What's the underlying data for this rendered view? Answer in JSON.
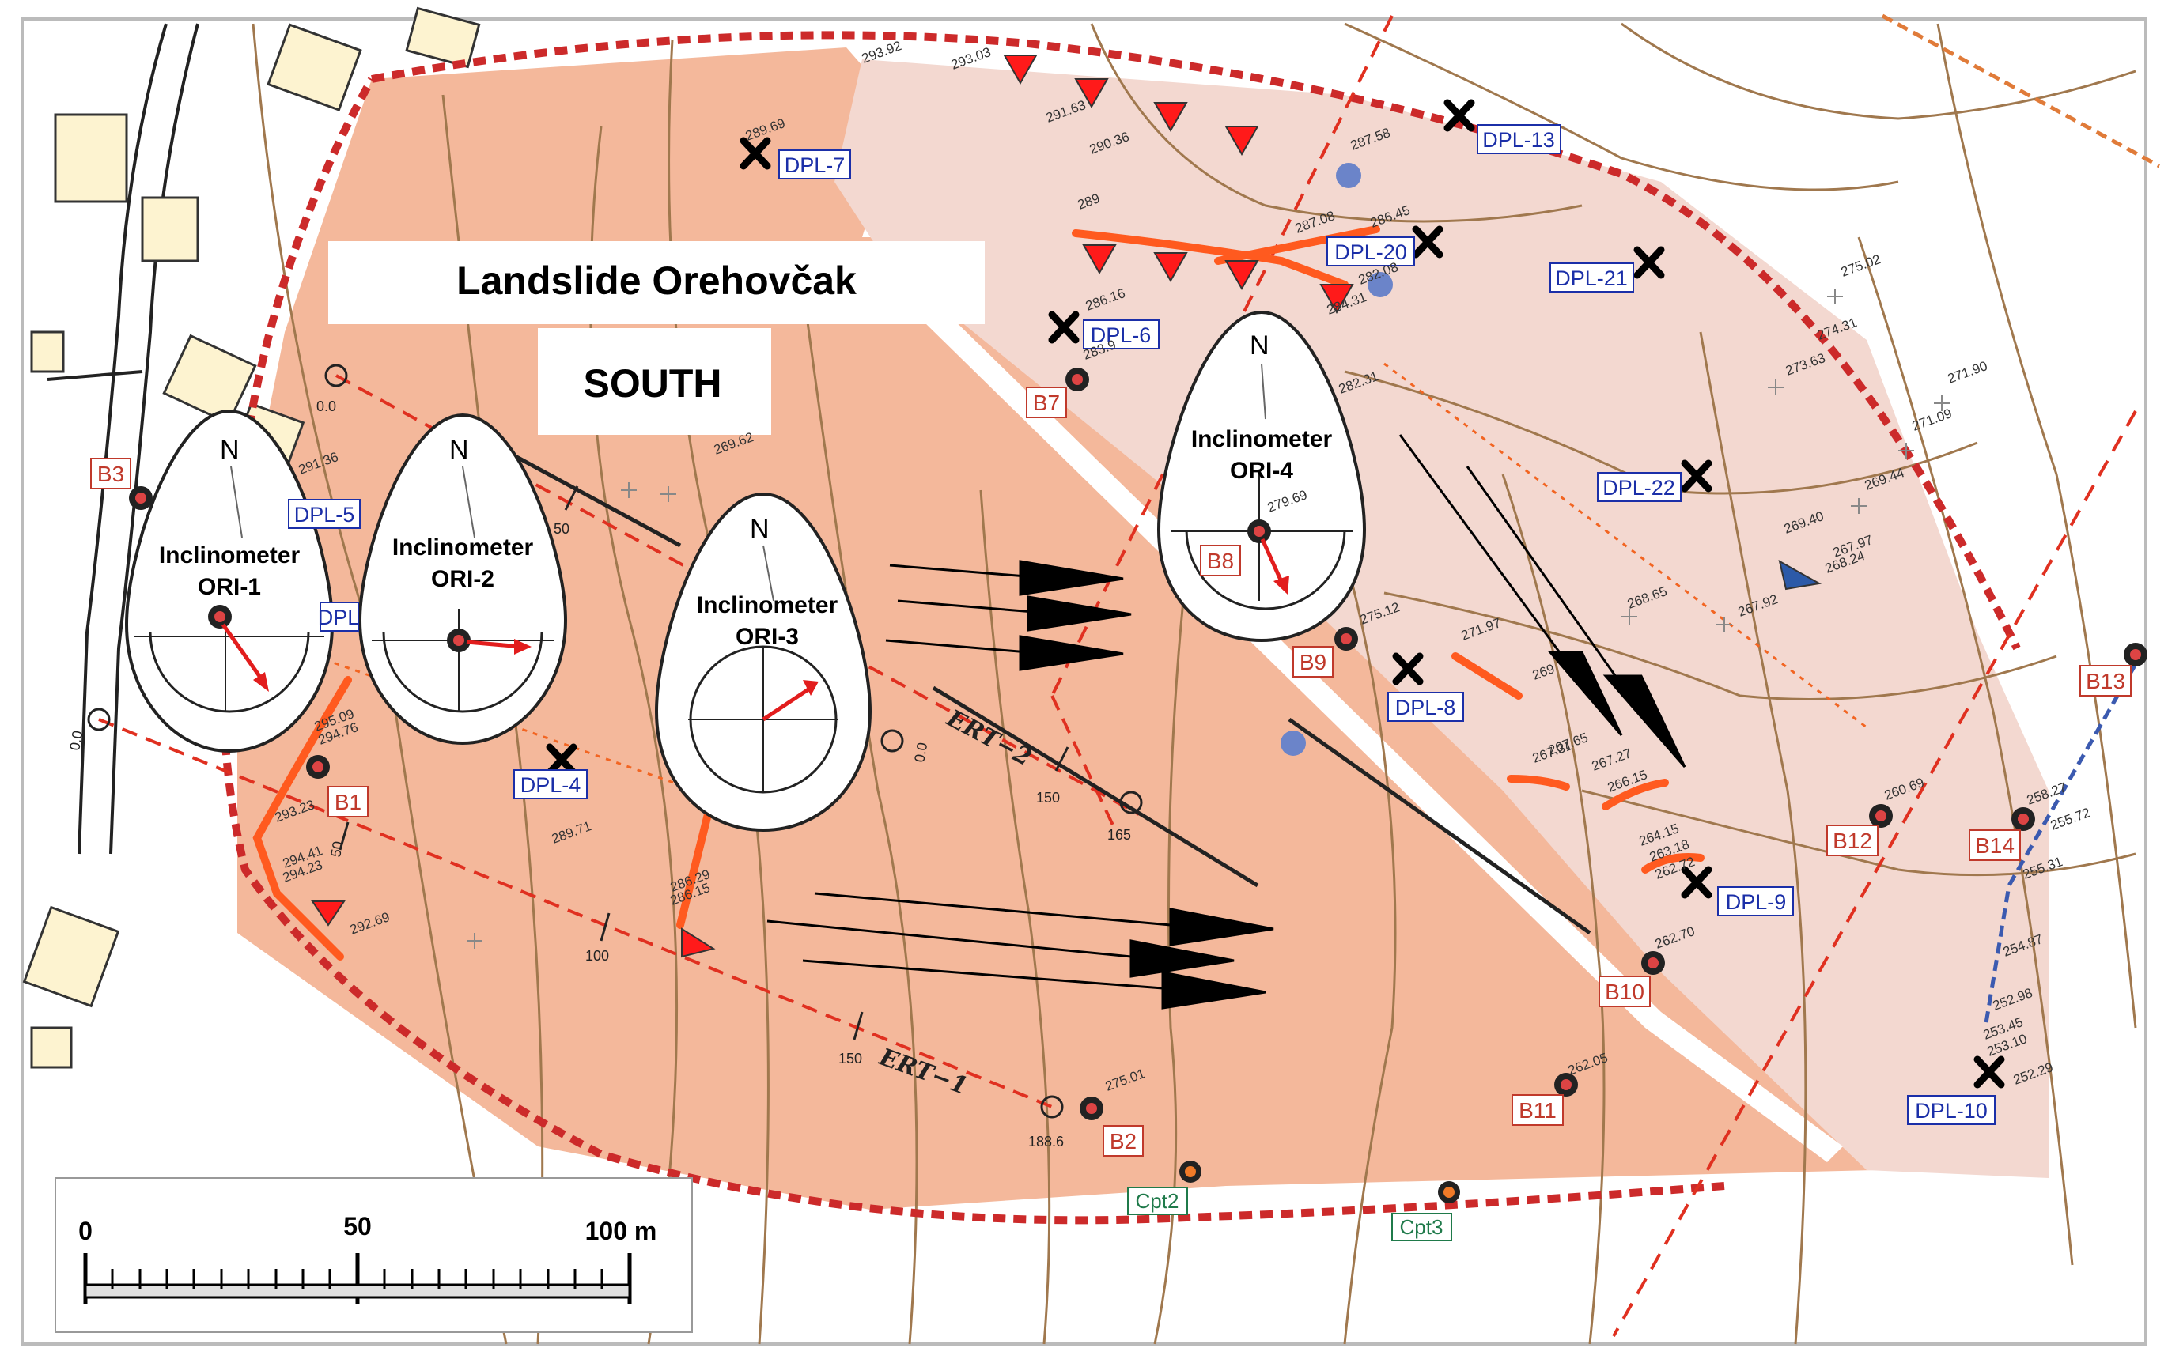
{
  "title": "Landslide Orehovčak",
  "subtitle": "SOUTH",
  "colors": {
    "landslide_fill": "#f4b89b",
    "upper_zone_fill": "#f3d8d0",
    "boundary": "#cc2a2a",
    "contour": "#a0784e",
    "crack": "#ff5a1f",
    "profile": "#e03020",
    "borehole_label": "#c0392b",
    "dpl_label": "#1b2fa8",
    "cpt_label": "#1f7a4a"
  },
  "inclinometers": [
    {
      "name": "Inclinometer",
      "id": "ORI-1",
      "north": "N"
    },
    {
      "name": "Inclinometer",
      "id": "ORI-2",
      "north": "N"
    },
    {
      "name": "Inclinometer",
      "id": "ORI-3",
      "north": "N"
    },
    {
      "name": "Inclinometer",
      "id": "ORI-4",
      "north": "N"
    }
  ],
  "boreholes": [
    "B1",
    "B2",
    "B3",
    "B7",
    "B8",
    "B9",
    "B10",
    "B11",
    "B12",
    "B13",
    "B14"
  ],
  "dpl": [
    "DPL-4",
    "DPL-5",
    "DPL-6",
    "DPL-7",
    "DPL-8",
    "DPL-9",
    "DPL-10",
    "DPL-13",
    "DPL-20",
    "DPL-21",
    "DPL-22"
  ],
  "dpl_partial": "DPL",
  "cpt": [
    "Cpt2",
    "Cpt3"
  ],
  "profiles": [
    {
      "name": "ERT−1",
      "marks": [
        "0.0",
        "50",
        "100",
        "150",
        "188.6"
      ]
    },
    {
      "name": "ERT−2",
      "marks": [
        "0.0",
        "50",
        "150",
        "165"
      ]
    },
    {
      "name": "",
      "marks": [
        "0.0"
      ]
    }
  ],
  "elevations": [
    "293.92",
    "293.03",
    "291.63",
    "290.36",
    "289",
    "287.58",
    "286.45",
    "287.08",
    "284.31",
    "282.08",
    "286.16",
    "283.9",
    "282.31",
    "279.69",
    "275.12",
    "275.02",
    "274.31",
    "273.63",
    "271.90",
    "271.09",
    "269.44",
    "269.40",
    "268.24",
    "267.97",
    "267.92",
    "268.65",
    "271.97",
    "269",
    "267.31",
    "267.65",
    "267.27",
    "266.15",
    "264.15",
    "263.18",
    "262.72",
    "262.70",
    "262.05",
    "260.69",
    "258.27",
    "255.72",
    "255.31",
    "254.87",
    "252.98",
    "253.45",
    "253.10",
    "252.29",
    "295.09",
    "294.76",
    "293.23",
    "294.41",
    "294.23",
    "292.69",
    "289.71",
    "286.29",
    "286.15",
    "275.01",
    "269.62",
    "289.69",
    "291.36"
  ],
  "scalebar": {
    "labels": [
      "0",
      "50",
      "100 m"
    ]
  }
}
